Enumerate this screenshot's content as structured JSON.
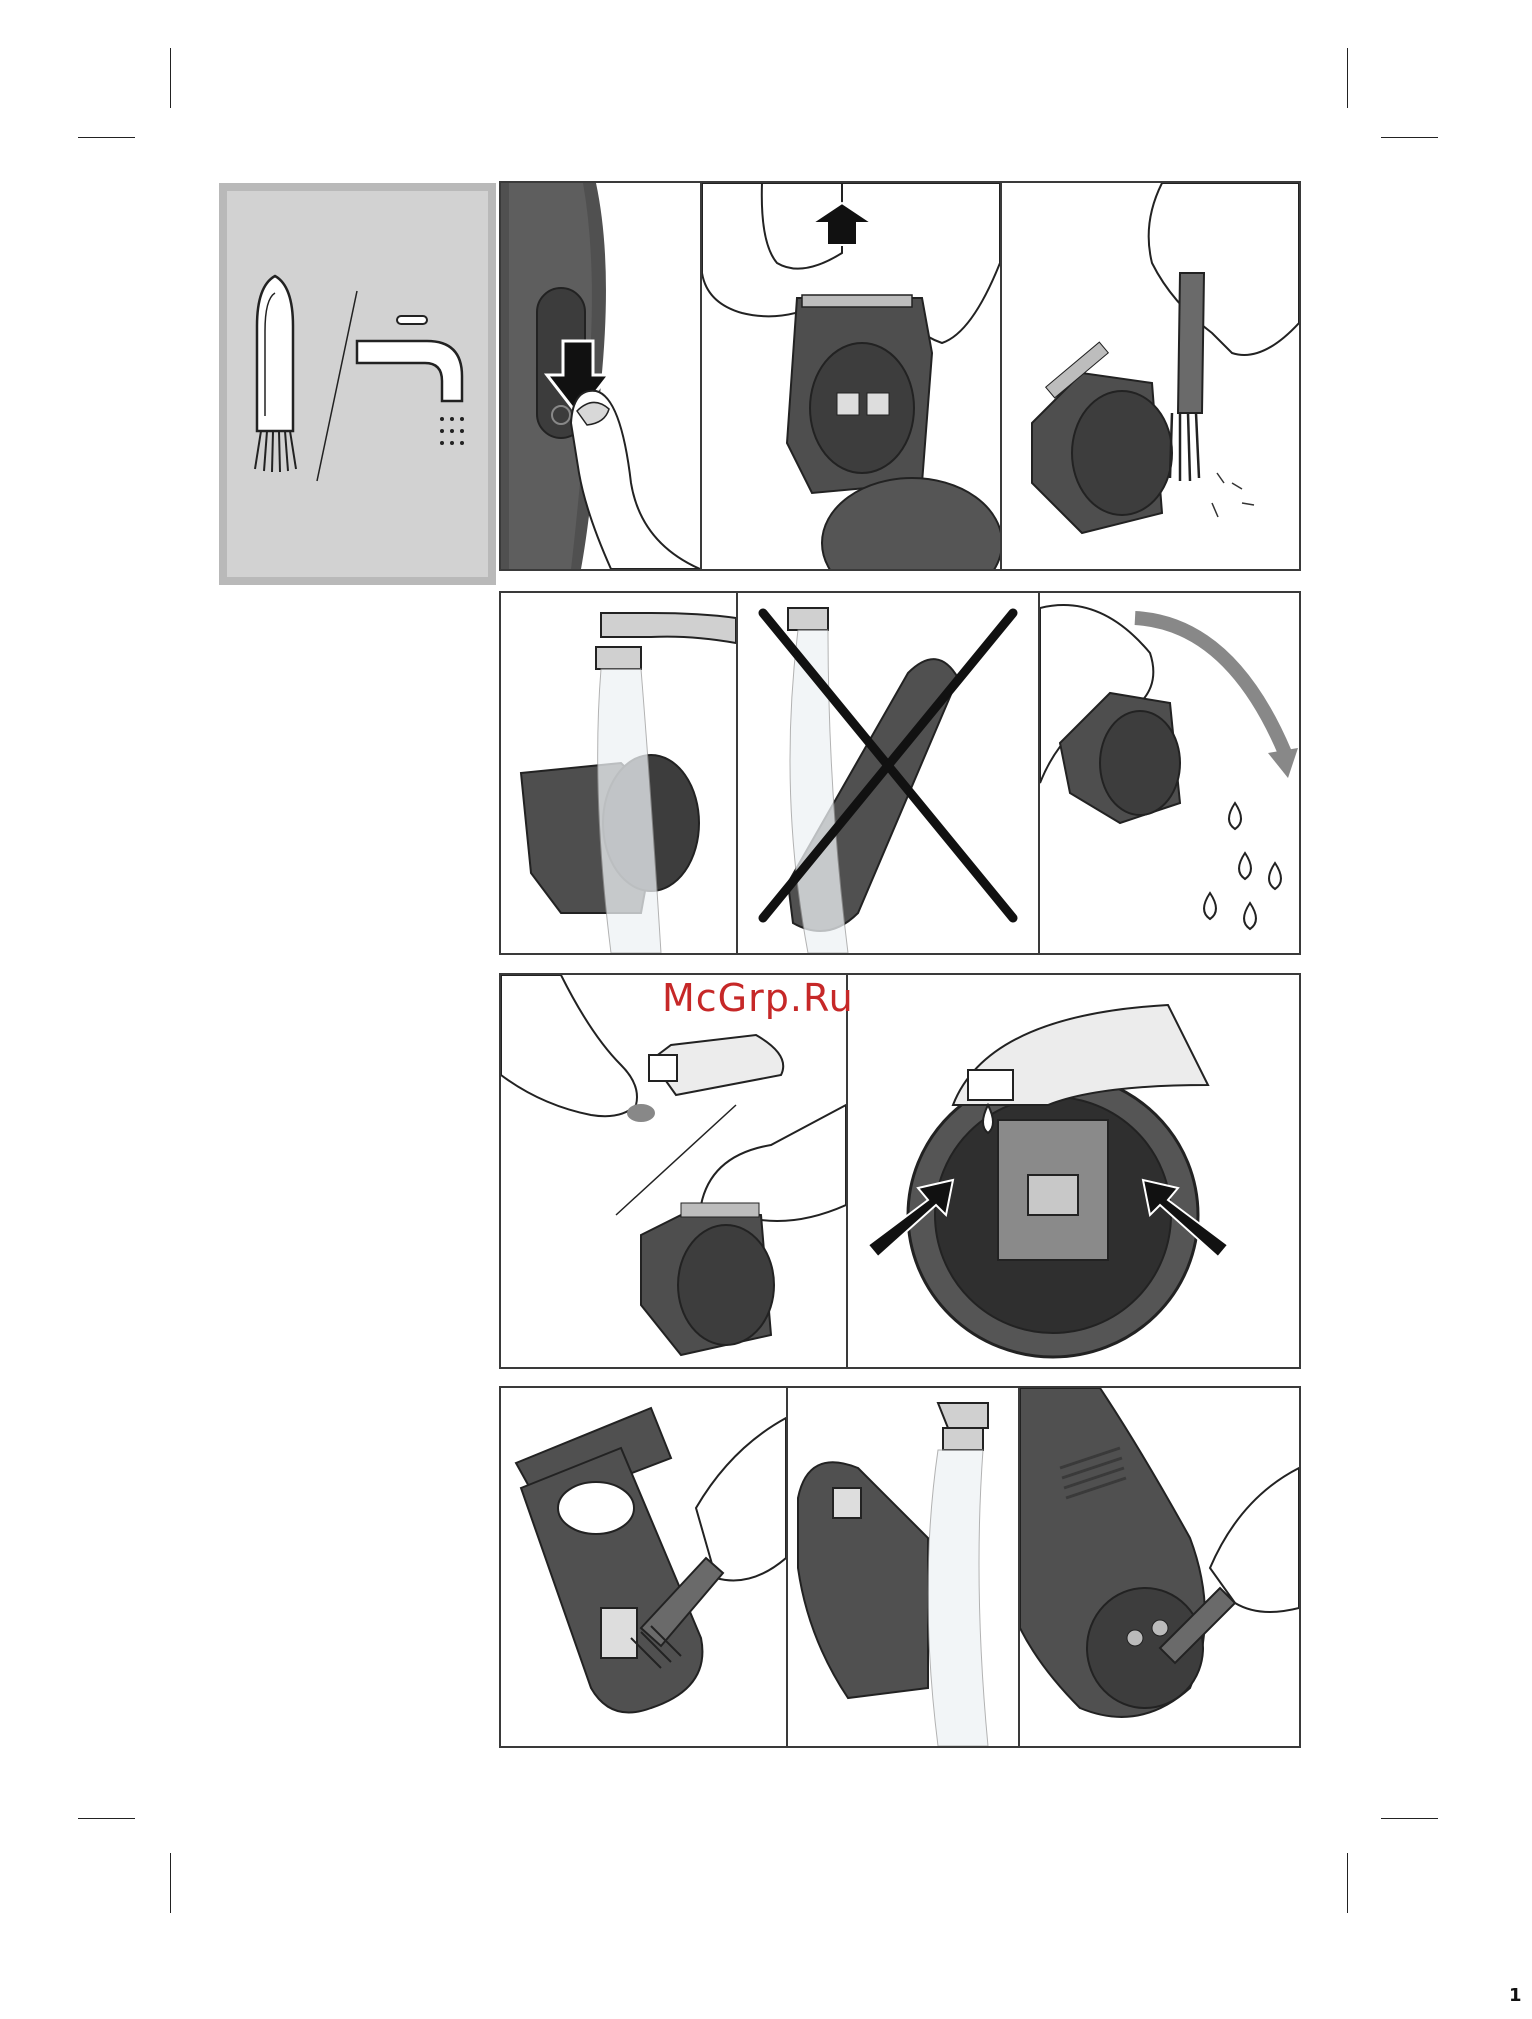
{
  "page": {
    "watermark_text": "McGrp.Ru",
    "page_number": "1",
    "colors": {
      "device_dark": "#505050",
      "device_mid": "#6e6e6e",
      "skin": "#ffffff",
      "legend_bg": "#d2d2d2",
      "legend_border": "#b9b9b9",
      "watermark": "#c62828"
    }
  },
  "legend": {
    "icons": [
      "cleaning-brush-icon",
      "water-tap-icon"
    ]
  },
  "strips": [
    {
      "panels": [
        "press-release-button",
        "remove-trimmer-head",
        "brush-clean-head"
      ]
    },
    {
      "panels": [
        "rinse-head-under-tap",
        "do-not-rinse-handle",
        "shake-dry-head"
      ]
    },
    {
      "panels": [
        "oil-cutter-teeth",
        "oil-head-mechanism"
      ]
    },
    {
      "panels": [
        "brush-comb-attachment",
        "rinse-comb-attachment",
        "brush-handle-contacts"
      ]
    }
  ]
}
